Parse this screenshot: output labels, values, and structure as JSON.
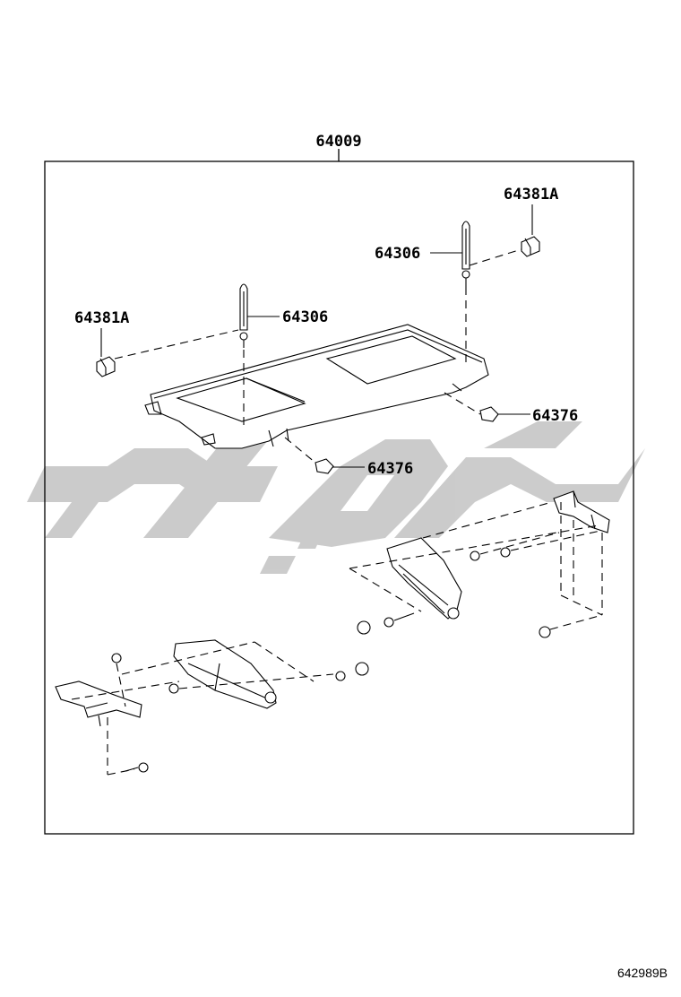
{
  "assembly_number": "64009",
  "labels": {
    "clip_top_right": "64381A",
    "rod_right": "64306",
    "clip_left": "64381A",
    "rod_left": "64306",
    "cushion_right": "64376",
    "cushion_center": "64376"
  },
  "watermark_text": "یدک پیچ",
  "drawing_number": "642989B"
}
